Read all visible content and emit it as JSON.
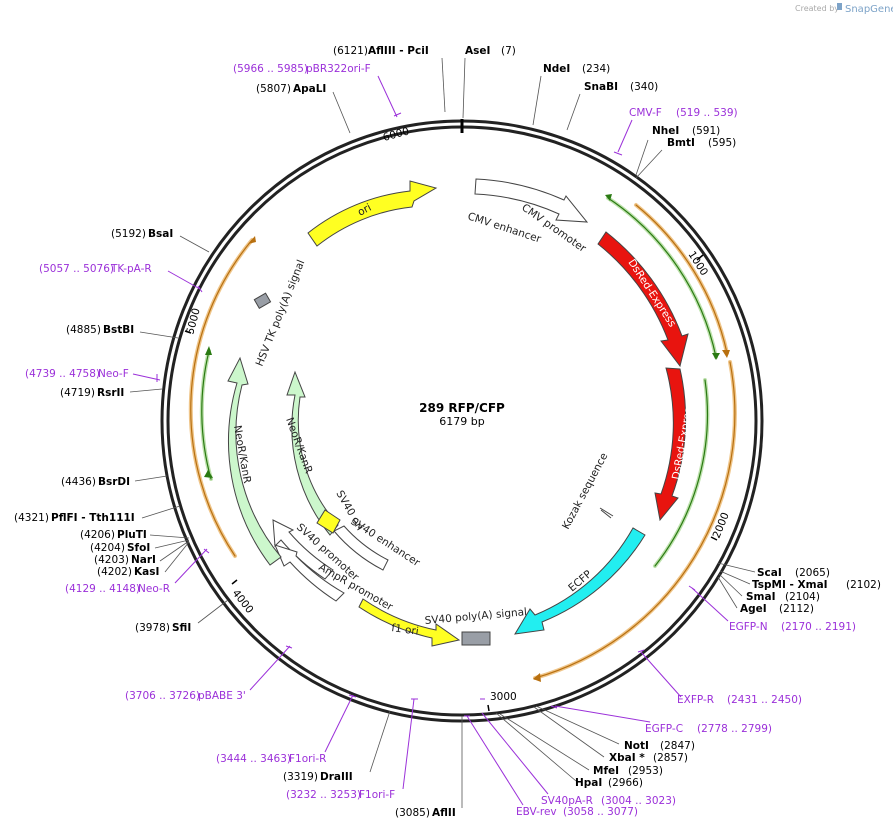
{
  "branding": {
    "created_by": "Created by",
    "logo": "SnapGene"
  },
  "plasmid": {
    "name": "289 RFP/CFP",
    "size": "6179 bp"
  },
  "ticks": [
    "1000",
    "2000",
    "3000",
    "4000",
    "5000",
    "6000"
  ],
  "features": {
    "cmv_enhancer": "CMV enhancer",
    "cmv_promoter": "CMV promoter",
    "dsred1": "DsRed-Express",
    "dsred2": "DsRed-Express",
    "kozak": "Kozak sequence",
    "ecfp": "ECFP",
    "sv40_polya": "SV40 poly(A) signal",
    "f1_ori": "f1 ori",
    "ampr_promoter": "AmpR promoter",
    "sv40_promoter": "SV40 promoter",
    "sv40_ori": "SV40 ori",
    "sv40_enhancer": "SV40 enhancer",
    "neo_inner": "NeoR/KanR",
    "neo_outer": "NeoR/KanR",
    "hsv_tk": "HSV TK poly(A) signal",
    "ori": "ori"
  },
  "enzymes": {
    "afliii_pcii": {
      "pos": "(6121)",
      "name": "AflIII  - PciI"
    },
    "asei": {
      "name": "AseI",
      "pos": "(7)"
    },
    "ndei": {
      "name": "NdeI",
      "pos": "(234)"
    },
    "snabi": {
      "name": "SnaBI",
      "pos": "(340)"
    },
    "nhei": {
      "name": "NheI",
      "pos": "(591)"
    },
    "bmti": {
      "name": "BmtI",
      "pos": "(595)"
    },
    "apali": {
      "pos": "(5807)",
      "name": "ApaLI"
    },
    "bsai": {
      "pos": "(5192)",
      "name": "BsaI"
    },
    "bstbi": {
      "pos": "(4885)",
      "name": "BstBI"
    },
    "rsrii": {
      "pos": "(4719)",
      "name": "RsrII"
    },
    "bsrdi": {
      "pos": "(4436)",
      "name": "BsrDI"
    },
    "pflfi": {
      "pos": "(4321)",
      "name": "PflFI  - Tth111I"
    },
    "pluti": {
      "pos": "(4206)",
      "name": "PluTI"
    },
    "sfoi": {
      "pos": "(4204)",
      "name": "SfoI"
    },
    "nari": {
      "pos": "(4203)",
      "name": "NarI"
    },
    "kasi": {
      "pos": "(4202)",
      "name": "KasI"
    },
    "sfii": {
      "pos": "(3978)",
      "name": "SfiI"
    },
    "drai": {
      "pos": "(3319)",
      "name": "DraIII"
    },
    "aflii": {
      "pos": "(3085)",
      "name": "AflII"
    },
    "scai": {
      "name": "ScaI",
      "pos": "(2065)"
    },
    "tspmi": {
      "name": "TspMI  - XmaI",
      "pos": "(2102)"
    },
    "smai": {
      "name": "SmaI",
      "pos": "(2104)"
    },
    "agei": {
      "name": "AgeI",
      "pos": "(2112)"
    },
    "noti": {
      "name": "NotI",
      "pos": "(2847)"
    },
    "xbai": {
      "name": "XbaI *",
      "pos": "(2857)"
    },
    "mfei": {
      "name": "MfeI",
      "pos": "(2953)"
    },
    "hpai": {
      "name": "HpaI",
      "pos": "(2966)"
    }
  },
  "primers": {
    "pbr322": {
      "range": "(5966 .. 5985)",
      "name": "pBR322ori-F"
    },
    "cmvf": {
      "name": "CMV-F",
      "range": "(519 .. 539)"
    },
    "tkpar": {
      "range": "(5057 .. 5076)",
      "name": "TK-pA-R"
    },
    "neof": {
      "range": "(4739 .. 4758)",
      "name": "Neo-F"
    },
    "neor": {
      "range": "(4129 .. 4148)",
      "name": "Neo-R"
    },
    "pbabe": {
      "range": "(3706 .. 3726)",
      "name": "pBABE 3'"
    },
    "f1orir": {
      "range": "(3444 .. 3463)",
      "name": "F1ori-R"
    },
    "f1orif": {
      "range": "(3232 .. 3253)",
      "name": "F1ori-F"
    },
    "ebvrev": {
      "name": "EBV-rev",
      "range": "(3058 .. 3077)"
    },
    "sv40par": {
      "name": "SV40pA-R",
      "range": "(3004 .. 3023)"
    },
    "egfpc": {
      "name": "EGFP-C",
      "range": "(2778 .. 2799)"
    },
    "exfpr": {
      "name": "EXFP-R",
      "range": "(2431 .. 2450)"
    },
    "egfpn": {
      "name": "EGFP-N",
      "range": "(2170 .. 2191)"
    }
  },
  "colors": {
    "backbone": "#222222",
    "dsred": "#e8140f",
    "ecfp": "#22eef0",
    "ori": "#ffff22",
    "neo": "#ccf7cc",
    "promoter": "#ffffff",
    "polya": "#999ea6",
    "primer": "#9b30d9",
    "orange_strand": "#e08c14",
    "green_strand": "#3a8a1a"
  }
}
